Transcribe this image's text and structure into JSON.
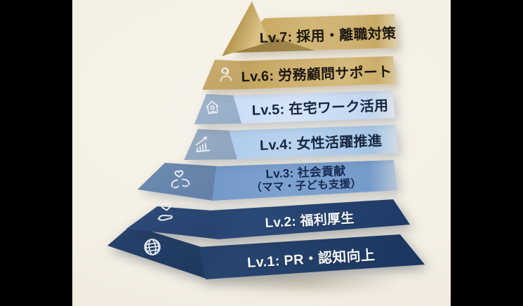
{
  "frame": {
    "pillarbox_color": "#000000",
    "canvas_color": "#f5f0e6"
  },
  "pyramid": {
    "type": "pyramid-diagram",
    "levels": [
      {
        "level": "Lv.7",
        "label": "Lv.7: 採用・離職対策",
        "icon": "pyramid-apex",
        "front_color": "#cdb06c",
        "side_color": "#b2923f",
        "text_color": "#1b1710"
      },
      {
        "level": "Lv.6",
        "label": "Lv.6: 労務顧問サポート",
        "icon": "consultant-headset",
        "front_color": "#ccae6c",
        "side_color": "#b49549",
        "text_color": "#1b1710"
      },
      {
        "level": "Lv.5",
        "label": "Lv.5: 在宅ワーク活用",
        "icon": "home-worker",
        "front_color": "#c9dcf4",
        "side_color": "#93a9c3",
        "text_color": "#16263f"
      },
      {
        "level": "Lv.4",
        "label": "Lv.4: 女性活躍推進",
        "icon": "growth-chart",
        "front_color": "#aecbea",
        "side_color": "#8ba2bd",
        "text_color": "#16263f"
      },
      {
        "level": "Lv.3",
        "label_line1": "Lv.3: 社会貢献",
        "label_line2": "（ママ・子ども支援）",
        "icon": "hands-holding-heart",
        "front_color": "#7299c9",
        "side_color": "#5b7ba4",
        "text_color": "#14294d"
      },
      {
        "level": "Lv.2",
        "label": "Lv.2: 福利厚生",
        "icon": "hand-holding-heart",
        "front_color": "#24416d",
        "side_color": "#2c4a78",
        "text_color": "#f5f7fa"
      },
      {
        "level": "Lv.1",
        "label": "Lv.1: PR・認知向上",
        "icon": "globe",
        "front_color": "#1e3a64",
        "side_color": "#16304f",
        "text_color": "#f5f7fa"
      }
    ]
  }
}
